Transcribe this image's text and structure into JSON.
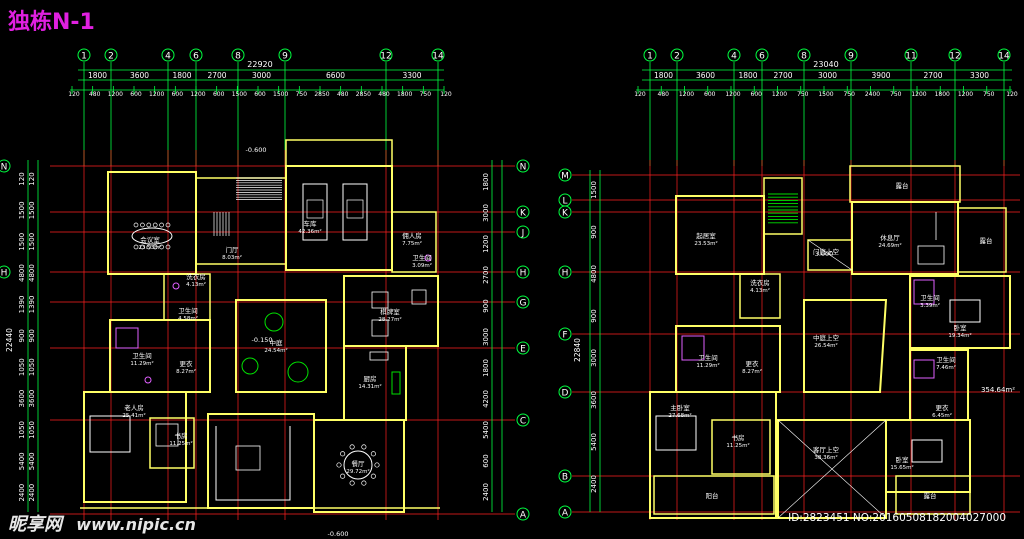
{
  "title": "独栋N-1",
  "watermark": {
    "logo": "昵享网",
    "url": "www.nipic.cn"
  },
  "id_line": "ID:2823451 NO:20160508182004027000",
  "colors": {
    "background": "#000000",
    "axis": "#00ff40",
    "grid": "#ff2020",
    "wall": "#ffff66",
    "wall_thin": "#ffd24a",
    "fixture": "#ffffff",
    "furniture": "#e060ff",
    "green_fx": "#00e000",
    "title": "#e020e0"
  },
  "plans": [
    {
      "name": "left-plan",
      "col_labels": [
        "1",
        "2",
        "4",
        "6",
        "8",
        "9",
        "12",
        "14"
      ],
      "row_labels_right": [
        "N",
        "K",
        "J",
        "H",
        "G",
        "E",
        "C",
        "A"
      ],
      "total_dim": "22920",
      "dims_row1": [
        "1800",
        "3600",
        "1800",
        "2700",
        "3000",
        "6600",
        "3300"
      ],
      "dims_row2": [
        "120",
        "480",
        "1200",
        "600",
        "1200",
        "600",
        "1200",
        "600",
        "1500",
        "600",
        "1500",
        "750",
        "2850",
        "480",
        "2850",
        "480",
        "1800",
        "750",
        "120"
      ],
      "left_dims": [
        "120",
        "1500",
        "1500",
        "4800",
        "1390",
        "900",
        "1050",
        "3600",
        "1050",
        "5400",
        "2400"
      ],
      "left_total": "22440",
      "right_dims": [
        "1800",
        "3000",
        "1200",
        "2700",
        "900",
        "3000",
        "1800",
        "4200",
        "5400",
        "600",
        "2400"
      ],
      "elev_labels": [
        "-0.600",
        "-0.150",
        "-0.600"
      ],
      "rooms": [
        {
          "name": "会议室",
          "area": "23.53m²"
        },
        {
          "name": "洗衣房",
          "area": "4.13m²"
        },
        {
          "name": "卫生间",
          "area": "4.58m²"
        },
        {
          "name": "卫生间",
          "area": "11.29m²"
        },
        {
          "name": "更衣",
          "area": "8.27m²"
        },
        {
          "name": "老人房",
          "area": "25.41m²"
        },
        {
          "name": "书房",
          "area": "11.25m²"
        },
        {
          "name": "门厅",
          "area": "8.03m²"
        },
        {
          "name": "车库",
          "area": "42.36m²"
        },
        {
          "name": "佣人房",
          "area": "7.75m²"
        },
        {
          "name": "卫生间",
          "area": "3.09m²"
        },
        {
          "name": "中庭",
          "area": "24.54m²"
        },
        {
          "name": "棋牌室",
          "area": "28.27m²"
        },
        {
          "name": "厨房",
          "area": "14.31m²"
        },
        {
          "name": "餐厅",
          "area": "29.72m²"
        }
      ]
    },
    {
      "name": "right-plan",
      "col_labels": [
        "1",
        "2",
        "4",
        "6",
        "8",
        "9",
        "11",
        "12",
        "14"
      ],
      "row_labels_left": [
        "M",
        "L",
        "K",
        "H",
        "F",
        "D",
        "B",
        "A"
      ],
      "total_dim": "23040",
      "dims_row1": [
        "1800",
        "3600",
        "1800",
        "2700",
        "3000",
        "3900",
        "2700",
        "3300"
      ],
      "dims_row2": [
        "120",
        "480",
        "1200",
        "600",
        "1200",
        "600",
        "1200",
        "750",
        "1500",
        "750",
        "2400",
        "750",
        "1200",
        "1800",
        "1200",
        "750",
        "120"
      ],
      "left_dims": [
        "1500",
        "900",
        "4800",
        "900",
        "3000",
        "3600",
        "5400",
        "2400"
      ],
      "left_total": "22840",
      "elev_labels": [
        "3.000"
      ],
      "rooms": [
        {
          "name": "起居室",
          "area": "23.53m²"
        },
        {
          "name": "露台",
          "area": ""
        },
        {
          "name": "门庭上空",
          "area": ""
        },
        {
          "name": "休息厅",
          "area": "24.69m²"
        },
        {
          "name": "露台",
          "area": ""
        },
        {
          "name": "洗衣房",
          "area": "4.13m²"
        },
        {
          "name": "卫生间",
          "area": "11.29m²"
        },
        {
          "name": "更衣",
          "area": "8.27m²"
        },
        {
          "name": "中庭上空",
          "area": "26.54m²"
        },
        {
          "name": "卫生间",
          "area": "3.39m²"
        },
        {
          "name": "卧室",
          "area": "19.34m²"
        },
        {
          "name": "卫生间",
          "area": "7.46m²"
        },
        {
          "name": "更衣",
          "area": "6.45m²"
        },
        {
          "name": "主卧室",
          "area": "27.68m²"
        },
        {
          "name": "书房",
          "area": "11.25m²"
        },
        {
          "name": "客厅上空",
          "area": "38.36m²"
        },
        {
          "name": "卧室",
          "area": "15.65m²"
        },
        {
          "name": "阳台",
          "area": ""
        },
        {
          "name": "露台",
          "area": ""
        }
      ],
      "extra_labels": [
        "354.64m²"
      ]
    }
  ]
}
